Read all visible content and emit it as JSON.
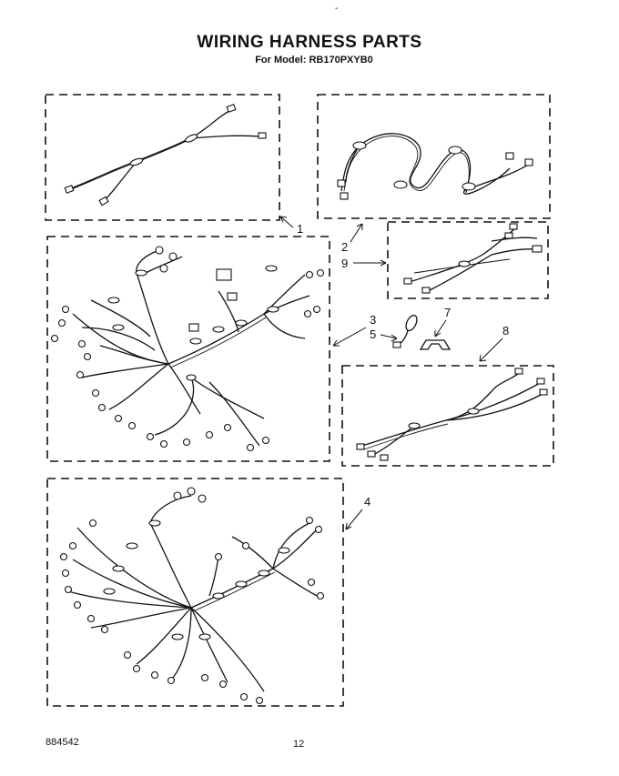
{
  "header": {
    "title": "WIRING HARNESS PARTS",
    "subtitle": "For Model: RB170PXYB0",
    "top_mark": "-"
  },
  "footer": {
    "doc_number": "884542",
    "page_number": "12"
  },
  "callouts": [
    "1",
    "2",
    "9",
    "3",
    "5",
    "7",
    "8",
    "4"
  ]
}
